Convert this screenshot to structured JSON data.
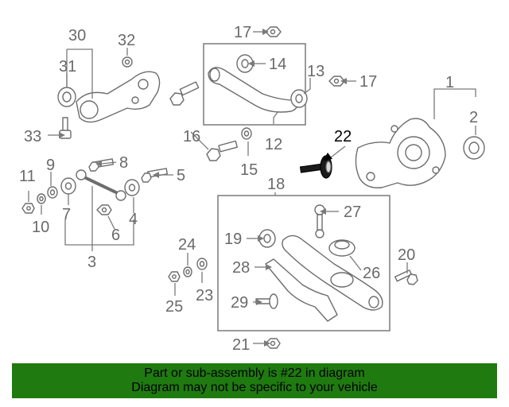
{
  "callouts": {
    "c1": "1",
    "c2": "2",
    "c3": "3",
    "c4": "4",
    "c5": "5",
    "c6": "6",
    "c7": "7",
    "c8": "8",
    "c9": "9",
    "c10": "10",
    "c11": "11",
    "c12": "12",
    "c13": "13",
    "c14": "14",
    "c15": "15",
    "c16": "16",
    "c17a": "17",
    "c17b": "17",
    "c18": "18",
    "c19": "19",
    "c20": "20",
    "c21": "21",
    "c22": "22",
    "c23": "23",
    "c24": "24",
    "c25": "25",
    "c26": "26",
    "c27": "27",
    "c28": "28",
    "c29": "29",
    "c30": "30",
    "c31": "31",
    "c32": "32",
    "c33": "33"
  },
  "highlighted_part": "22",
  "colors": {
    "banner": "#1f7a10",
    "highlight": "#000000",
    "line": "#6d6d6d"
  },
  "banner": {
    "line1": "Part or sub-assembly is #22 in diagram",
    "line2": "Diagram may not be specific to your vehicle"
  }
}
